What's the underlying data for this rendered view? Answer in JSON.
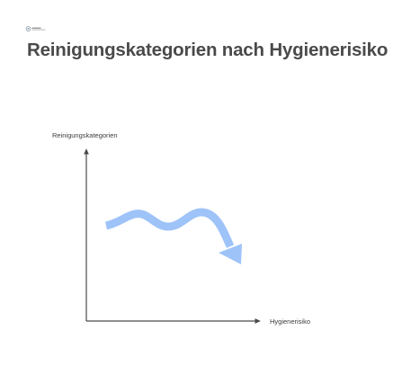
{
  "header": {
    "title": "Reinigungskategorien nach Hygienerisiko"
  },
  "diagram": {
    "y_axis_label": "Reinigungskategorien",
    "x_axis_label": "Hygienerisiko",
    "axis_color": "#4a4a4a",
    "curve_color": "#9ec3f8",
    "curve_trend": "wavy then falling"
  },
  "colors": {
    "title": "#4a4a4a",
    "background": "#ffffff"
  }
}
